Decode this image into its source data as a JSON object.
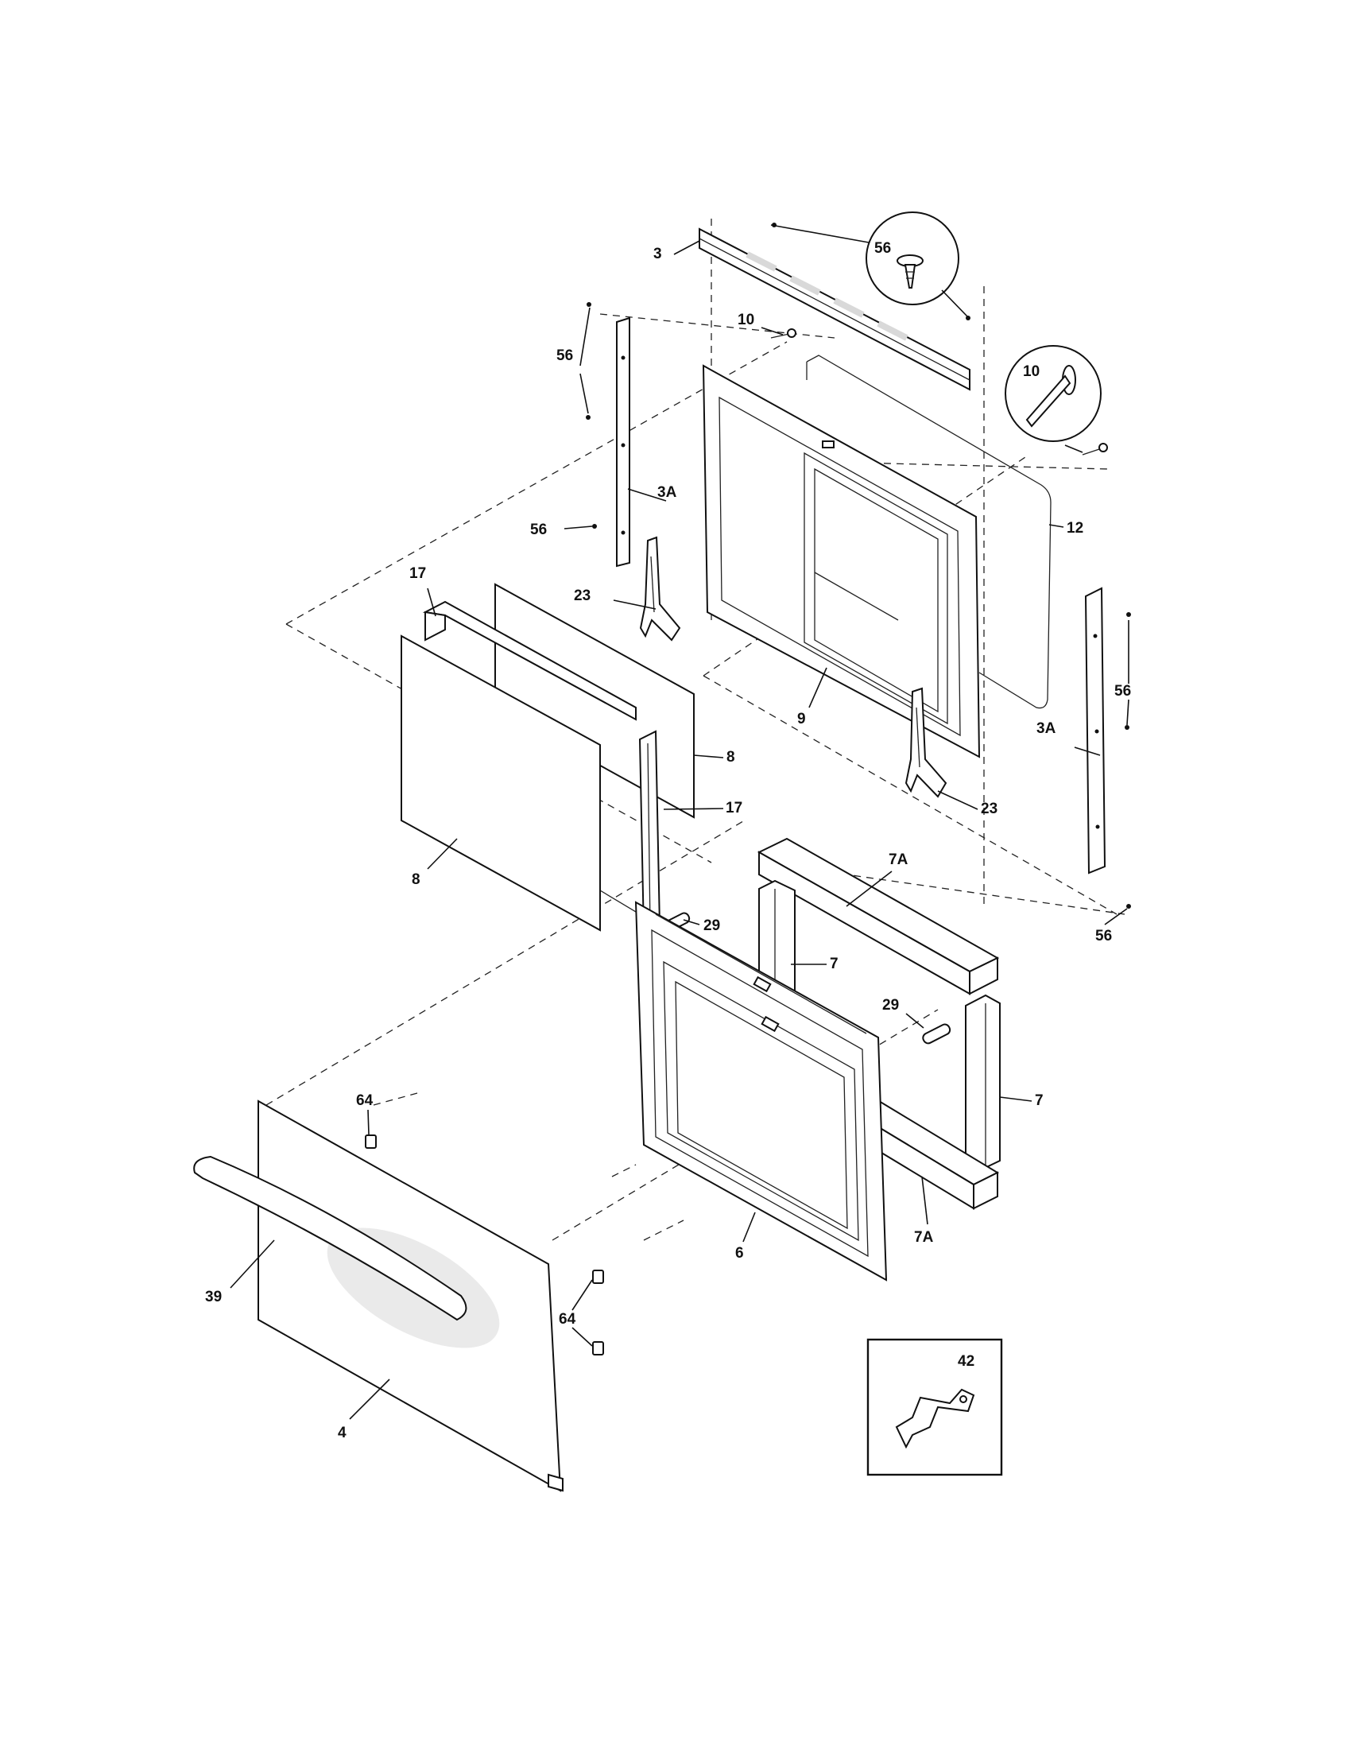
{
  "labels": {
    "p3": "3",
    "p56_callout": "56",
    "p56_a": "56",
    "p56_b": "56",
    "p56_c": "56",
    "p56_d": "56",
    "p10_small": "10",
    "p10_callout": "10",
    "p3a_left": "3A",
    "p3a_right": "3A",
    "p12": "12",
    "p17_top": "17",
    "p17_mid": "17",
    "p23_left": "23",
    "p23_right": "23",
    "p9": "9",
    "p8_right": "8",
    "p8_left": "8",
    "p7a_top": "7A",
    "p7a_bottom": "7A",
    "p7_left": "7",
    "p7_right": "7",
    "p29_left": "29",
    "p29_right": "29",
    "p64_top": "64",
    "p64_bottom": "64",
    "p39": "39",
    "p6": "6",
    "p4": "4",
    "p42": "42"
  },
  "colors": {
    "line": "#111111",
    "background": "#ffffff",
    "shading": "#d9d9d9"
  }
}
